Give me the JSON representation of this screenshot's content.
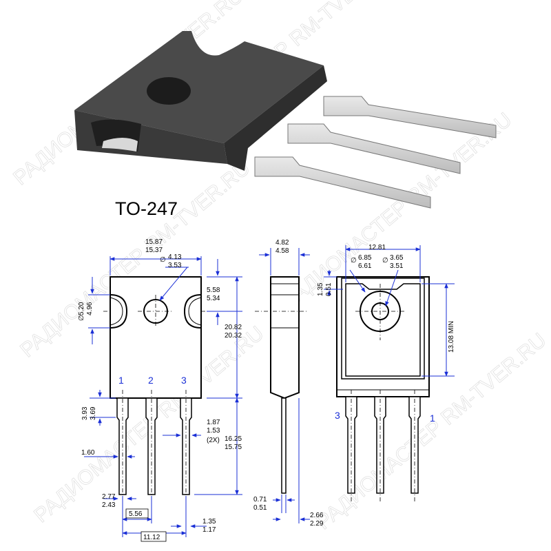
{
  "package_name": "TO-247",
  "watermark_text": "РАДИОМАСТЕР RM-TVER.RU",
  "pins": {
    "front": [
      "1",
      "2",
      "3"
    ],
    "back_left": "3",
    "back_right": "1"
  },
  "dims": {
    "width_max": "15.87",
    "width_min": "15.37",
    "hole_dia_max": "4.13",
    "hole_dia_min": "3.53",
    "hole_prefix": "∅",
    "hole_top_max": "5.58",
    "hole_top_min": "5.34",
    "notch_dia_max": "5.20",
    "notch_dia_min": "4.96",
    "body_len_max": "20.82",
    "body_len_min": "20.32",
    "lead_shoulder_max": "3.93",
    "lead_shoulder_min": "3.69",
    "lead_w_max": "1.87",
    "lead_w_min": "1.53",
    "lead_w_note": "(2X)",
    "lead_len_max": "16.25",
    "lead_len_min": "15.75",
    "lead_w_center": "1.60",
    "lead_tip_max": "2.77",
    "lead_tip_min": "2.43",
    "pitch": "5.56",
    "pitch2": "11.12",
    "lead_thk_max": "1.35",
    "lead_thk_min": "1.17",
    "side_thk_max": "4.82",
    "side_thk_min": "4.58",
    "side_lead_max": "0.71",
    "side_lead_min": "0.51",
    "side_offset_max": "2.66",
    "side_offset_min": "2.29",
    "back_width": "12.81",
    "back_tab_max": "1.35",
    "back_tab_min": "0.51",
    "back_outer_dia_max": "6.85",
    "back_outer_dia_min": "6.61",
    "back_inner_dia_max": "3.65",
    "back_inner_dia_min": "3.51",
    "back_pad_min": "13.08 MIN"
  }
}
